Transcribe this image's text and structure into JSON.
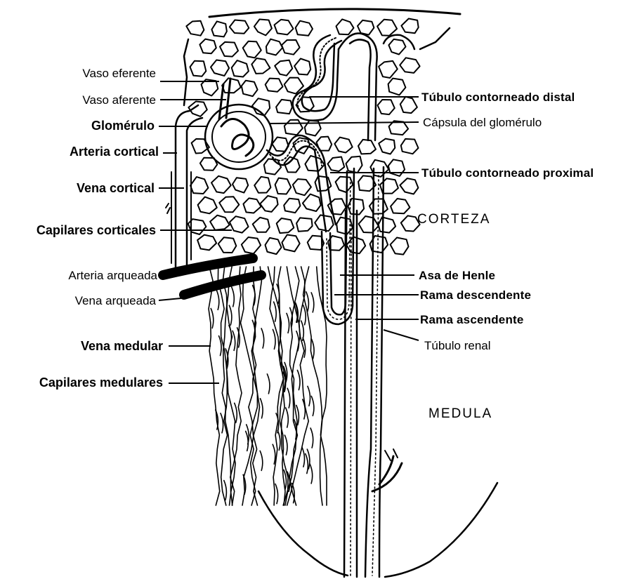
{
  "labels_left": [
    {
      "id": "vaso-eferente",
      "text": "Vaso eferente"
    },
    {
      "id": "vaso-aferente",
      "text": "Vaso aferente"
    },
    {
      "id": "glomerulo",
      "text": "Glomérulo"
    },
    {
      "id": "arteria-cortical",
      "text": "Arteria cortical"
    },
    {
      "id": "vena-cortical",
      "text": "Vena cortical"
    },
    {
      "id": "capilares-corticales",
      "text": "Capilares corticales"
    },
    {
      "id": "arteria-arqueada",
      "text": "Arteria arqueada"
    },
    {
      "id": "vena-arqueada",
      "text": "Vena arqueada"
    },
    {
      "id": "vena-medular",
      "text": "Vena medular"
    },
    {
      "id": "capilares-medulares",
      "text": "Capilares medulares"
    }
  ],
  "labels_right": [
    {
      "id": "tubulo-contorneado-distal",
      "text": "Túbulo contorneado distal"
    },
    {
      "id": "capsula-glomerulo",
      "text": "Cápsula del glomérulo"
    },
    {
      "id": "tubulo-contorneado-proximal",
      "text": "Túbulo contorneado proximal"
    },
    {
      "id": "asa-de-henle",
      "text": "Asa de Henle"
    },
    {
      "id": "rama-descendente",
      "text": "Rama descendente"
    },
    {
      "id": "rama-ascendente",
      "text": "Rama ascendente"
    },
    {
      "id": "tubulo-renal",
      "text": "Túbulo renal"
    }
  ],
  "regions": [
    {
      "id": "corteza",
      "text": "CORTEZA"
    },
    {
      "id": "medula",
      "text": "MEDULA"
    }
  ]
}
